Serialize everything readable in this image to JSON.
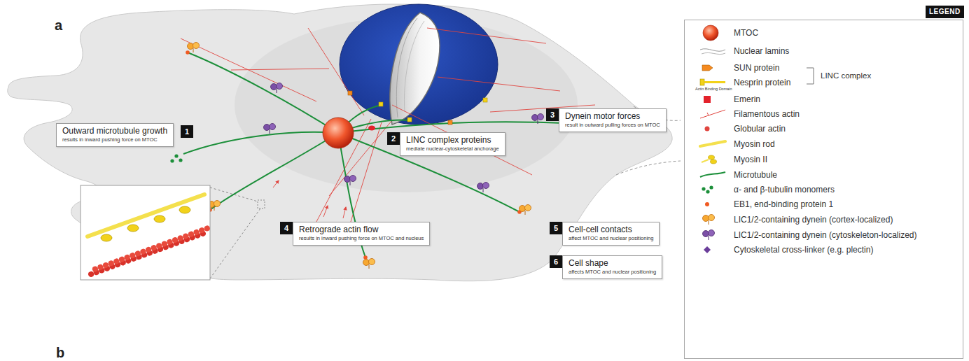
{
  "diagram": {
    "nodes": [
      {
        "text": [
          "1",
          "Outward microtubule growth",
          "results in inward pushing force on MTOC"
        ]
      },
      {
        "text": [
          "2",
          "LINC complex proteins",
          "mediate nuclear-cytoskeletal anchorage"
        ]
      },
      {
        "text": [
          "3",
          "Dynein motor forces",
          "result in outward pulling forces on MTOC"
        ]
      },
      {
        "text": [
          "4",
          "Retrograde actin flow",
          "results in inward pushing force on MTOC and nucleus"
        ]
      },
      {
        "text": [
          "5",
          "Cell-cell contacts",
          "affect MTOC and nuclear positioning"
        ]
      },
      {
        "text": [
          "6",
          "Cell shape",
          "affects MTOC and nuclear positioning"
        ]
      }
    ],
    "labels": [
      "a",
      "b",
      "LEGEND",
      "LINC complex",
      "Actin Binding Domain"
    ],
    "legend": [
      {
        "text": "MTOC"
      },
      {
        "text": "Nuclear lamins"
      },
      {
        "text": "SUN protein"
      },
      {
        "text": "Nesprin protein"
      },
      {
        "text": "Emerin",
        "color": "#e3222b"
      },
      {
        "text": "Filamentous actin"
      },
      {
        "text": "Globular actin"
      },
      {
        "text": "Myosin rod"
      },
      {
        "text": "Myosin II"
      },
      {
        "text": "Microtubule"
      },
      {
        "text": "α- and β-tubulin monomers"
      },
      {
        "text": "EB1, end-binding protein 1"
      },
      {
        "text": "LIC1/2-containing dynein (cortex-localized)"
      },
      {
        "text": "LIC1/2-containing dynein (cytoskeleton-localized)"
      },
      {
        "text": "Cytoskeletal cross-linker (e.g. plectin)"
      }
    ]
  }
}
